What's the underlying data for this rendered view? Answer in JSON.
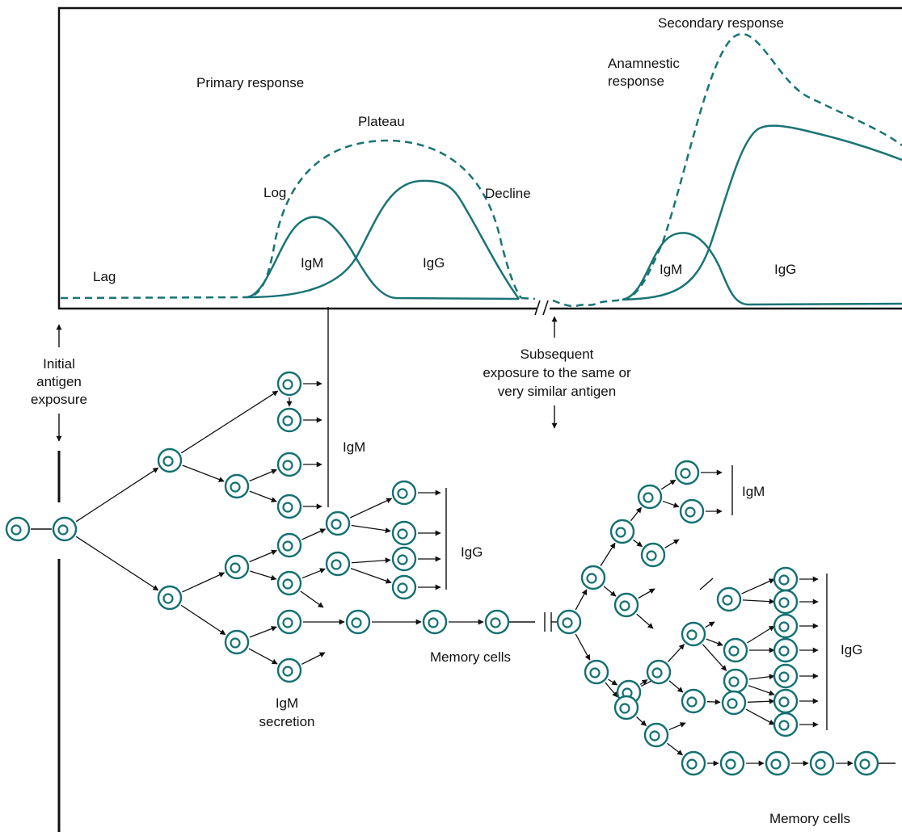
{
  "colors": {
    "curve": "#1a7474",
    "cell_stroke": "#157070",
    "ink": "#111111"
  },
  "graph": {
    "primary_response": "Primary response",
    "plateau": "Plateau",
    "log": "Log",
    "decline": "Decline",
    "lag": "Lag",
    "igm_primary": "IgM",
    "igg_primary": "IgG",
    "secondary_response": "Secondary response",
    "anamnestic_line1": "Anamnestic",
    "anamnestic_line2": "response",
    "igm_secondary": "IgM",
    "igg_secondary": "IgG"
  },
  "exposure": {
    "initial_line1": "Initial",
    "initial_line2": "antigen",
    "initial_line3": "exposure",
    "subsequent_line1": "Subsequent",
    "subsequent_line2": "exposure to the same or",
    "subsequent_line3": "very similar antigen"
  },
  "primary_tree": {
    "igm_label": "IgM",
    "igg_label": "IgG",
    "secretion_line1": "IgM",
    "secretion_line2": "secretion",
    "memory_label": "Memory cells"
  },
  "secondary_tree": {
    "igm_label": "IgM",
    "igg_label": "IgG",
    "memory_label": "Memory cells"
  },
  "icons": {
    "cell": "plasma-cell-icon",
    "arrow": "arrow-icon",
    "break": "axis-break-icon"
  }
}
